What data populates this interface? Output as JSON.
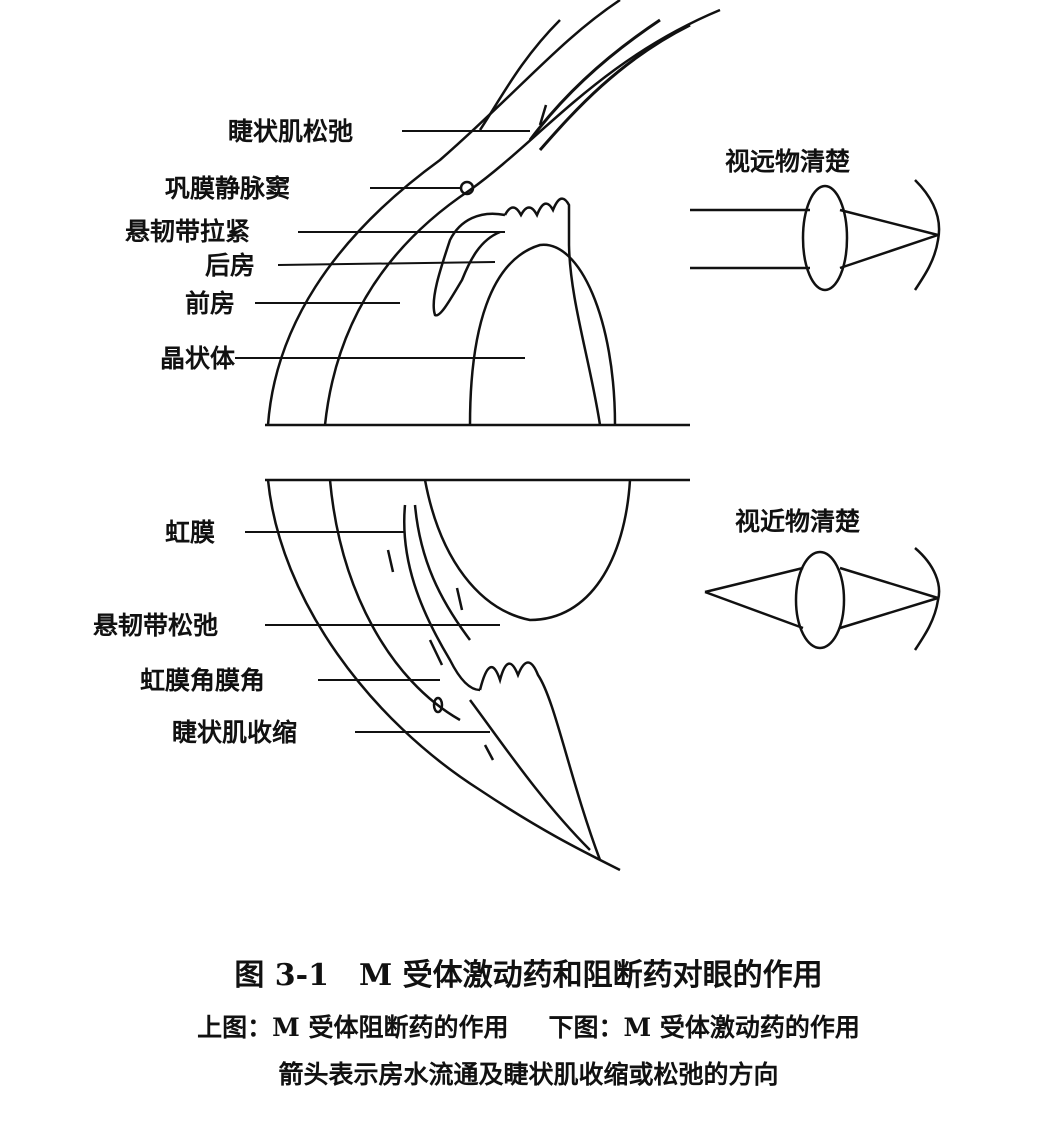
{
  "top_labels": {
    "ciliary_relaxed": "睫状肌松弛",
    "scleral_sinus": "巩膜静脉窦",
    "zonule_tight": "悬韧带拉紧",
    "posterior_chamber": "后房",
    "anterior_chamber": "前房",
    "lens": "晶状体",
    "far_clear": "视远物清楚"
  },
  "bottom_labels": {
    "iris": "虹膜",
    "zonule_relaxed": "悬韧带松弛",
    "iridocorneal_angle": "虹膜角膜角",
    "ciliary_contracted": "睫状肌收缩",
    "near_clear": "视近物清楚"
  },
  "caption": {
    "title": "图 3-1　M 受体激动药和阻断药对眼的作用",
    "upper": "上图：M 受体阻断药的作用",
    "lower": "下图：M 受体激动药的作用",
    "note": "箭头表示房水流通及睫状肌收缩或松弛的方向"
  }
}
